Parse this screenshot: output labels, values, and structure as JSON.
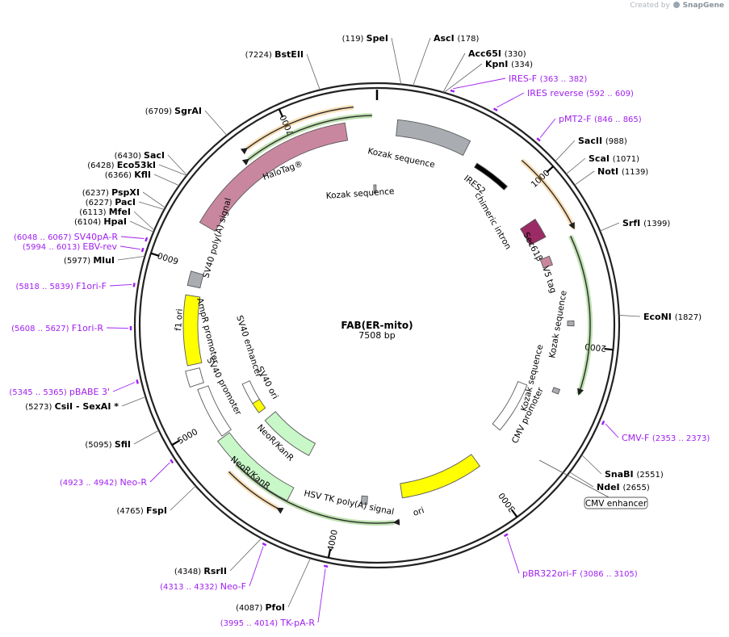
{
  "header": {
    "credit_prefix": "Created by",
    "credit_brand": "SnapGene"
  },
  "plasmid": {
    "name": "FAB(ER-mito)",
    "length_label": "7508 bp",
    "length": 7508
  },
  "ticks": [
    {
      "pos": 1000,
      "label": "1000"
    },
    {
      "pos": 2000,
      "label": "2000"
    },
    {
      "pos": 3000,
      "label": "3000"
    },
    {
      "pos": 4000,
      "label": "4000"
    },
    {
      "pos": 5000,
      "label": "5000"
    },
    {
      "pos": 6000,
      "label": "6000"
    },
    {
      "pos": 7000,
      "label": "7000"
    }
  ],
  "sites": [
    {
      "name": "SpeI",
      "pos_label": "(119)",
      "pos": 119,
      "side": "L"
    },
    {
      "name": "AscI",
      "pos_label": "(178)",
      "pos": 178,
      "side": "R"
    },
    {
      "name": "Acc65I",
      "pos_label": "(330)",
      "pos": 330,
      "side": "R"
    },
    {
      "name": "KpnI",
      "pos_label": "(334)",
      "pos": 334,
      "side": "R"
    },
    {
      "name": "SacII",
      "pos_label": "(988)",
      "pos": 988,
      "side": "R"
    },
    {
      "name": "ScaI",
      "pos_label": "(1071)",
      "pos": 1071,
      "side": "R"
    },
    {
      "name": "NotI",
      "pos_label": "(1139)",
      "pos": 1139,
      "side": "R"
    },
    {
      "name": "SrfI",
      "pos_label": "(1399)",
      "pos": 1399,
      "side": "R"
    },
    {
      "name": "EcoNI",
      "pos_label": "(1827)",
      "pos": 1827,
      "side": "R"
    },
    {
      "name": "SnaBI",
      "pos_label": "(2551)",
      "pos": 2551,
      "side": "R"
    },
    {
      "name": "NdeI",
      "pos_label": "(2655)",
      "pos": 2655,
      "side": "R"
    },
    {
      "name": "PfoI",
      "pos_label": "(4087)",
      "pos": 4087,
      "side": "L"
    },
    {
      "name": "RsrII",
      "pos_label": "(4348)",
      "pos": 4348,
      "side": "L"
    },
    {
      "name": "FspI",
      "pos_label": "(4765)",
      "pos": 4765,
      "side": "L"
    },
    {
      "name": "SfiI",
      "pos_label": "(5095)",
      "pos": 5095,
      "side": "L"
    },
    {
      "name": "CsiI - SexAI *",
      "pos_label": "(5273)",
      "pos": 5273,
      "side": "L"
    },
    {
      "name": "MluI",
      "pos_label": "(5977)",
      "pos": 5977,
      "side": "L"
    },
    {
      "name": "HpaI",
      "pos_label": "(6104)",
      "pos": 6104,
      "side": "L"
    },
    {
      "name": "MfeI",
      "pos_label": "(6113)",
      "pos": 6113,
      "side": "L"
    },
    {
      "name": "PacI",
      "pos_label": "(6227)",
      "pos": 6227,
      "side": "L"
    },
    {
      "name": "PspXI",
      "pos_label": "(6237)",
      "pos": 6237,
      "side": "L"
    },
    {
      "name": "KflI",
      "pos_label": "(6366)",
      "pos": 6366,
      "side": "L"
    },
    {
      "name": "Eco53kI",
      "pos_label": "(6428)",
      "pos": 6428,
      "side": "L"
    },
    {
      "name": "SacI",
      "pos_label": "(6430)",
      "pos": 6430,
      "side": "L"
    },
    {
      "name": "SgrAI",
      "pos_label": "(6709)",
      "pos": 6709,
      "side": "L"
    },
    {
      "name": "BstEII",
      "pos_label": "(7224)",
      "pos": 7224,
      "side": "L"
    }
  ],
  "primers": [
    {
      "name": "IRES-F",
      "pos_label": "(363 .. 382)",
      "pos": 372,
      "side": "R"
    },
    {
      "name": "IRES reverse",
      "pos_label": "(592 .. 609)",
      "pos": 600,
      "side": "R"
    },
    {
      "name": "pMT2-F",
      "pos_label": "(846 .. 865)",
      "pos": 855,
      "side": "R"
    },
    {
      "name": "CMV-F",
      "pos_label": "(2353 .. 2373)",
      "pos": 2363,
      "side": "R"
    },
    {
      "name": "pBR322ori-F",
      "pos_label": "(3086 .. 3105)",
      "pos": 3095,
      "side": "R"
    },
    {
      "name": "TK-pA-R",
      "pos_label": "(3995 .. 4014)",
      "pos": 4004,
      "side": "L"
    },
    {
      "name": "Neo-F",
      "pos_label": "(4313 .. 4332)",
      "pos": 4322,
      "side": "L"
    },
    {
      "name": "Neo-R",
      "pos_label": "(4923 .. 4942)",
      "pos": 4932,
      "side": "L"
    },
    {
      "name": "pBABE 3'",
      "pos_label": "(5345 .. 5365)",
      "pos": 5355,
      "side": "L"
    },
    {
      "name": "F1ori-R",
      "pos_label": "(5608 .. 5627)",
      "pos": 5617,
      "side": "L"
    },
    {
      "name": "F1ori-F",
      "pos_label": "(5818 .. 5839)",
      "pos": 5828,
      "side": "L"
    },
    {
      "name": "EBV-rev",
      "pos_label": "(5994 .. 6013)",
      "pos": 6003,
      "side": "L"
    },
    {
      "name": "SV40pA-R",
      "pos_label": "(6048 .. 6067)",
      "pos": 6057,
      "side": "L"
    }
  ],
  "features": {
    "kozak_top": "Kozak sequence",
    "kozak_inner": "Kozak sequence",
    "ires2": "IRES2",
    "chimeric_intron": "chimeric intron",
    "sec61b": "Sec61β",
    "v5_tag": "V5 tag",
    "kozak_right": "Kozak sequence",
    "kozak_lower": "Kozak sequence",
    "cmv_promoter": "CMV promoter",
    "cmv_enhancer": "CMV enhancer",
    "ori": "ori",
    "hsv_tk_polya": "HSV TK poly(A) signal",
    "neo_outer": "NeoR/KanR",
    "neo_inner": "NeoR/KanR",
    "sv40_promoter": "SV40 promoter",
    "sv40_ori": "SV40 ori",
    "sv40_enhancer": "SV40 enhancer",
    "ampr_promoter": "AmpR promoter",
    "f1_ori": "f1 ori",
    "sv40_polya": "SV40 poly(A) signal",
    "halotag": "HaloTag®"
  },
  "colors": {
    "primer": "#a020f0",
    "orf_green": "#49a81c",
    "orf_orange": "#f0a232",
    "kozak_gray": "#a9adb2",
    "halotag": "#c9879f",
    "sec61b": "#9b2b64",
    "origin_yellow": "#ffff00",
    "neo_green": "#c8f7c8"
  }
}
